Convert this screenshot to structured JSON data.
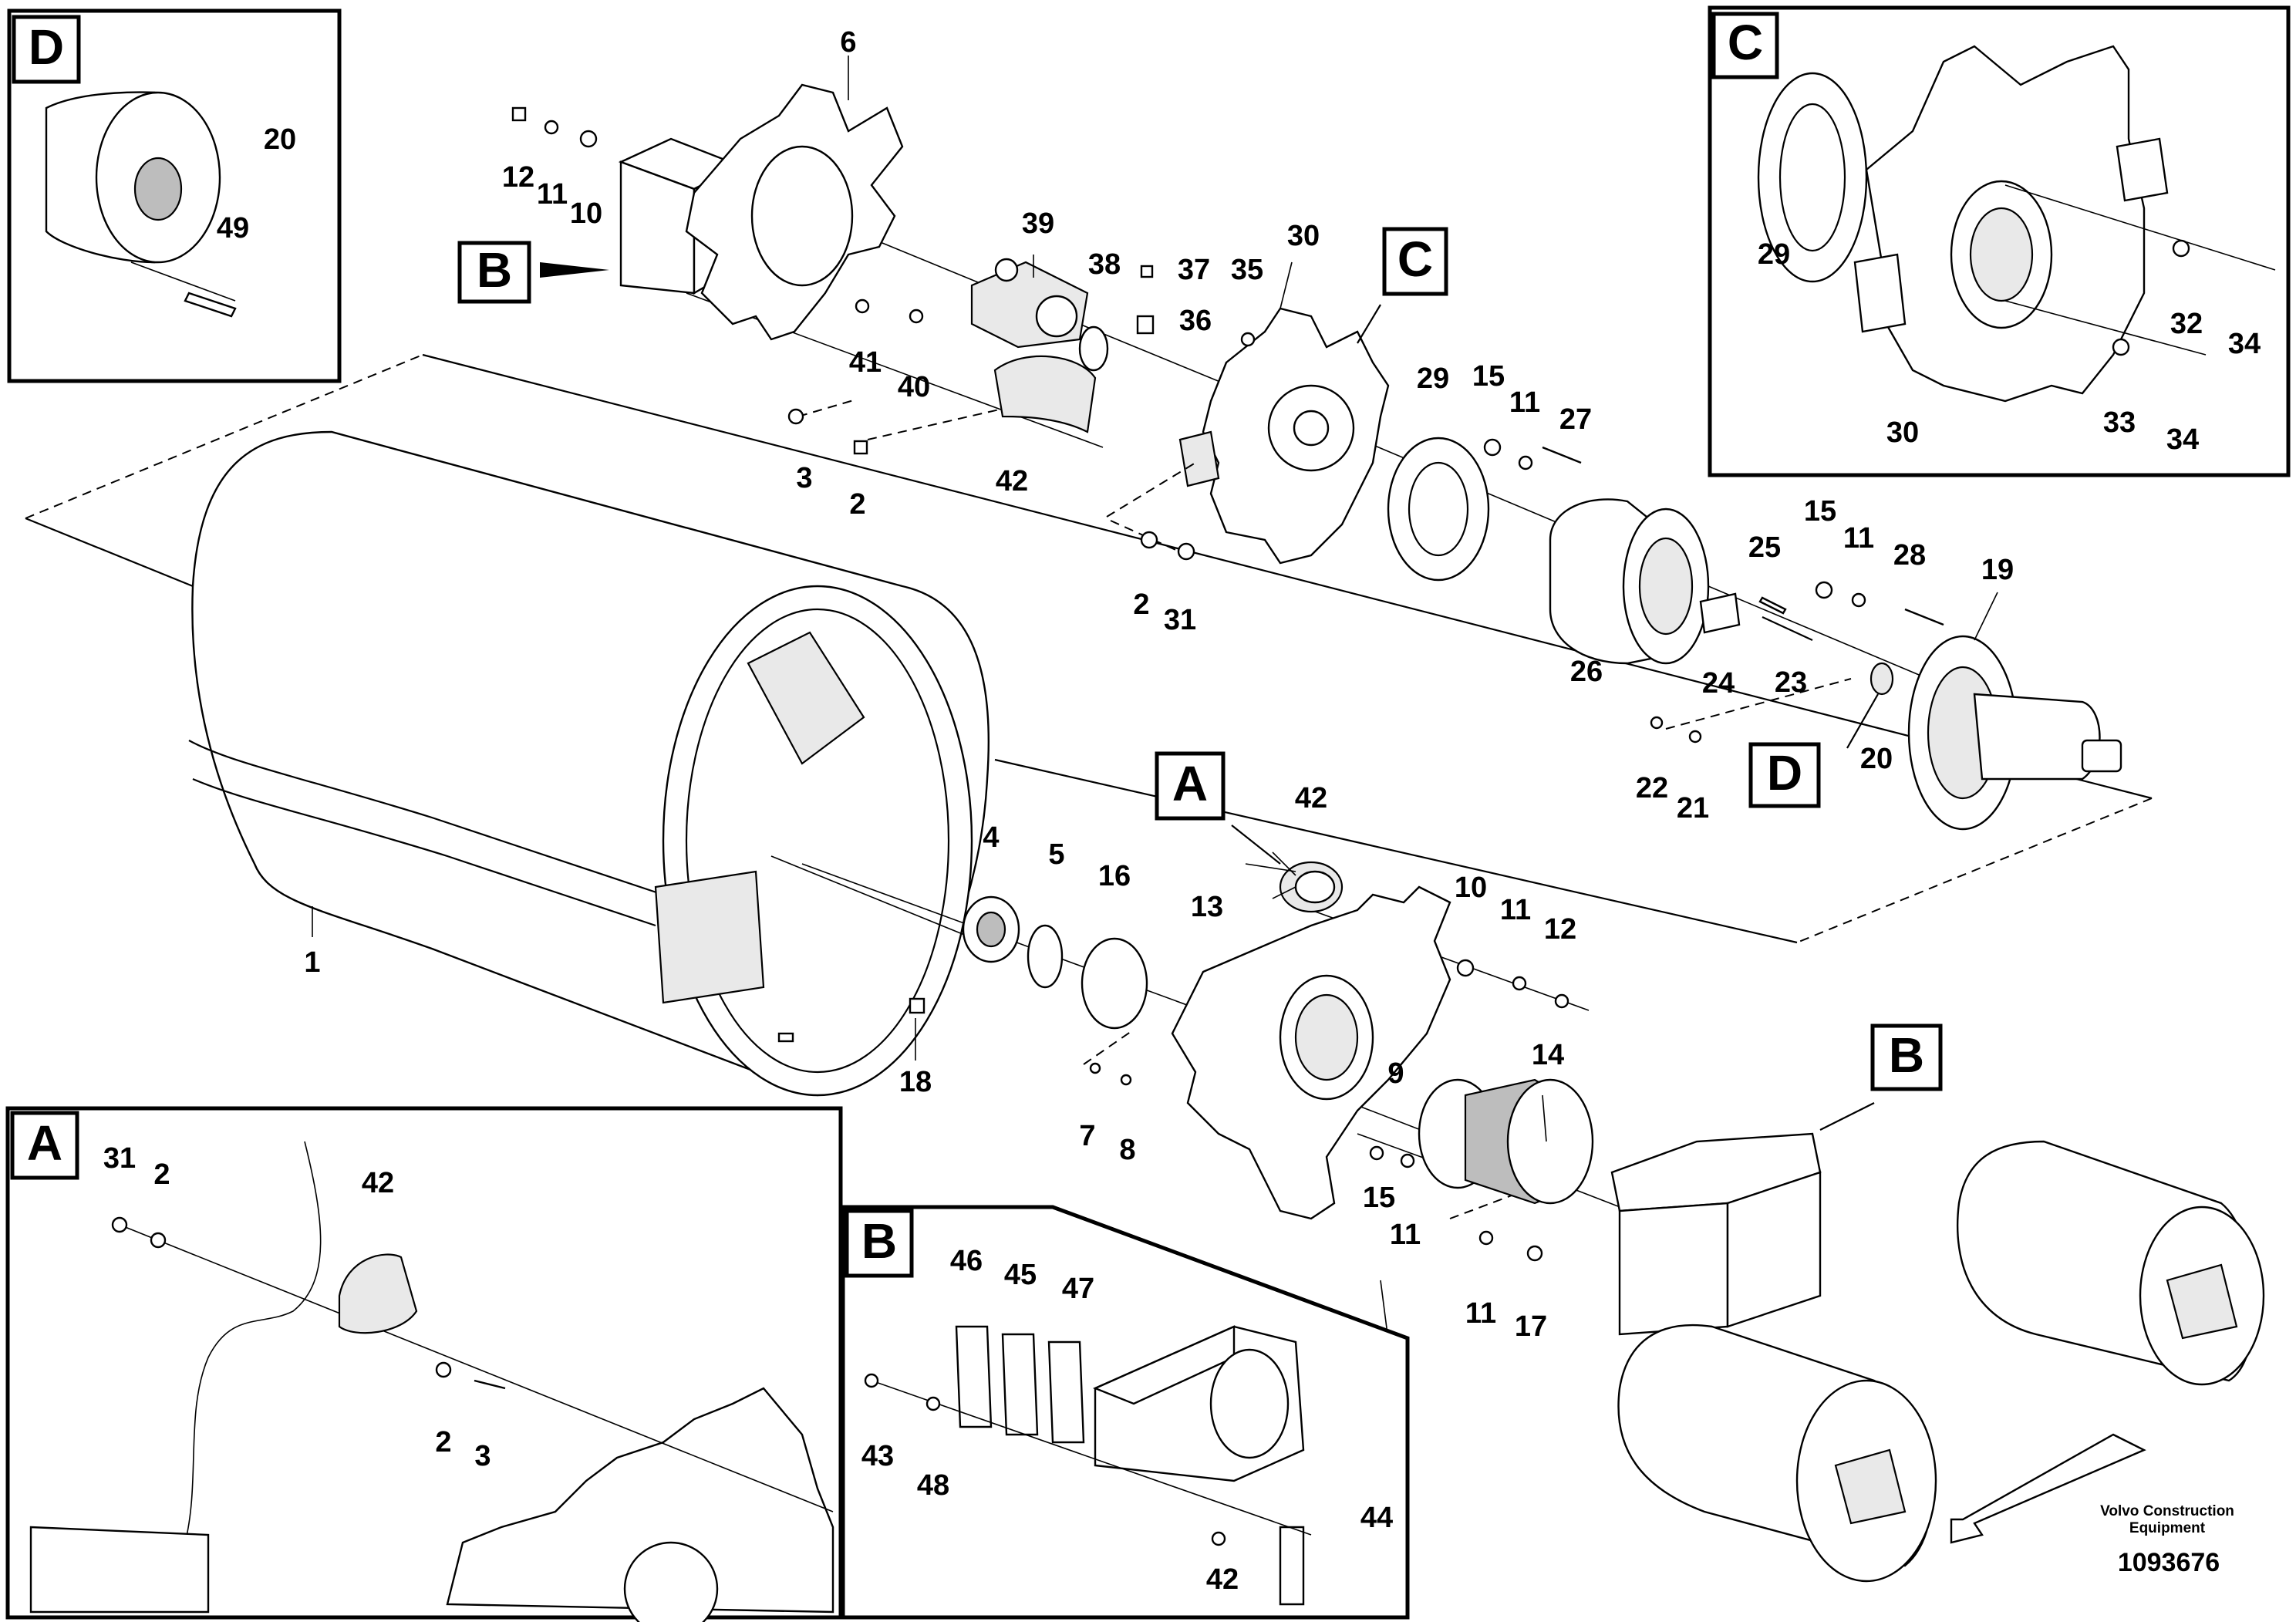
{
  "callouts": {
    "1": "1",
    "2": "2",
    "3": "3",
    "4": "4",
    "5": "5",
    "6": "6",
    "7": "7",
    "8": "8",
    "9": "9",
    "10": "10",
    "11": "11",
    "12": "12",
    "13": "13",
    "14": "14",
    "15": "15",
    "16": "16",
    "17": "17",
    "18": "18",
    "19": "19",
    "20": "20",
    "21": "21",
    "22": "22",
    "23": "23",
    "24": "24",
    "25": "25",
    "26": "26",
    "27": "27",
    "28": "28",
    "29": "29",
    "30": "30",
    "31": "31",
    "32": "32",
    "33": "33",
    "34": "34",
    "35": "35",
    "36": "36",
    "37": "37",
    "38": "38",
    "39": "39",
    "40": "40",
    "41": "41",
    "42": "42",
    "43": "43",
    "44": "44",
    "45": "45",
    "46": "46",
    "47": "47",
    "48": "48",
    "49": "49"
  },
  "detail_letters": {
    "a": "A",
    "b": "B",
    "c": "C",
    "d": "D"
  },
  "footer": {
    "brand_line1": "Volvo Construction",
    "brand_line2": "Equipment",
    "document_number": "1093676"
  }
}
